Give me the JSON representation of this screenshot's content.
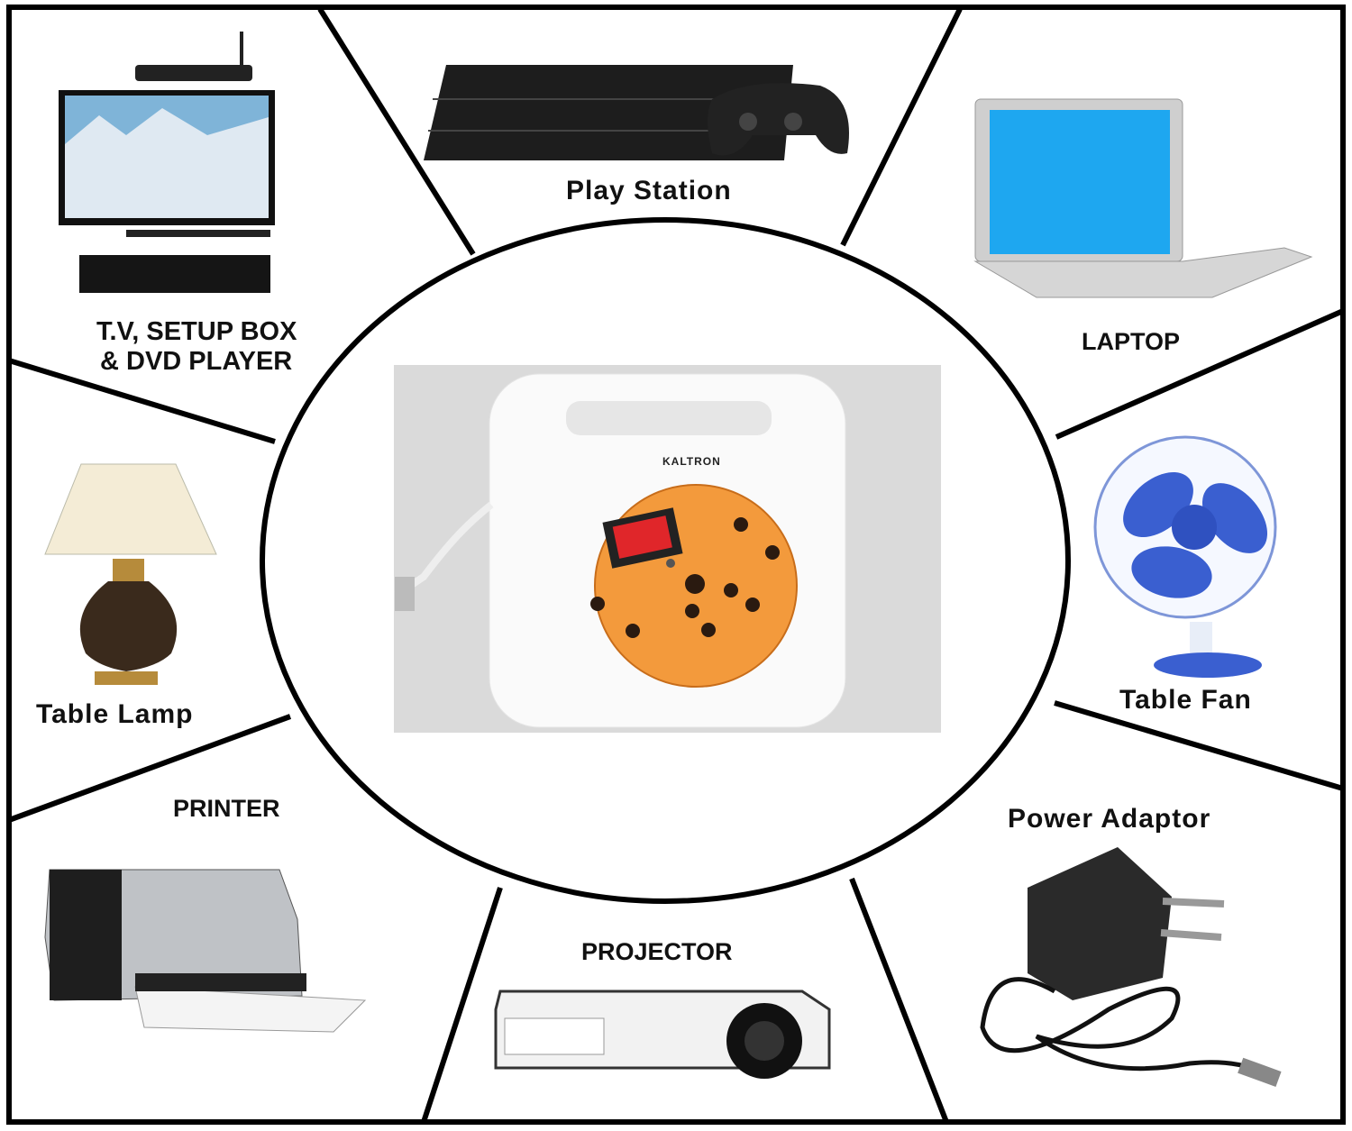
{
  "title_brand": "KALTRON",
  "devices": {
    "tv": {
      "label_line1": "T.V, SETUP BOX",
      "label_line2": "& DVD PLAYER"
    },
    "playstation": {
      "label": "Play Station"
    },
    "laptop": {
      "label": "LAPTOP"
    },
    "table_lamp": {
      "label": "Table Lamp"
    },
    "table_fan": {
      "label": "Table Fan"
    },
    "printer": {
      "label": "PRINTER"
    },
    "power_adaptor": {
      "label": "Power Adaptor"
    },
    "projector": {
      "label": "PROJECTOR"
    }
  },
  "colors": {
    "socket_orange": "#f39a3c",
    "switch_red": "#e0262a",
    "screen_blue": "#1ea7f0",
    "fan_blue": "#3a5fd0"
  }
}
